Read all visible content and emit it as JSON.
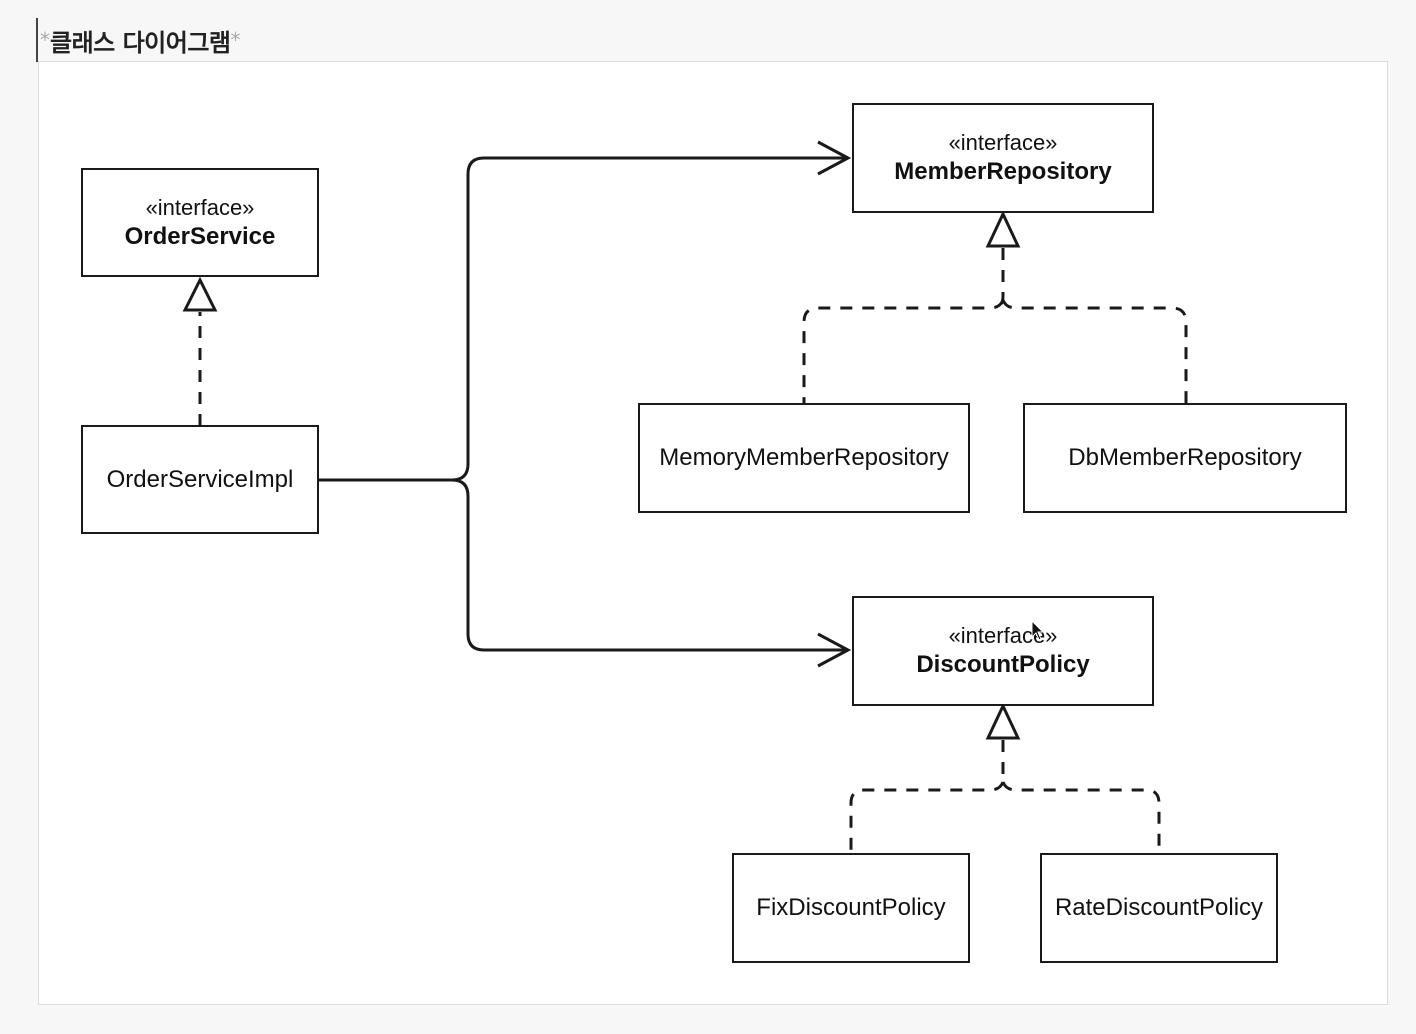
{
  "header": {
    "title_prefix": "*",
    "title": "클래스 다이어그램",
    "title_suffix": "*"
  },
  "classes": {
    "order_service": {
      "stereotype": "«interface»",
      "name": "OrderService"
    },
    "order_service_impl": {
      "name": "OrderServiceImpl"
    },
    "member_repository": {
      "stereotype": "«interface»",
      "name": "MemberRepository"
    },
    "memory_member_repository": {
      "name": "MemoryMemberRepository"
    },
    "db_member_repository": {
      "name": "DbMemberRepository"
    },
    "discount_policy": {
      "stereotype": "«interface»",
      "name": "DiscountPolicy"
    },
    "fix_discount_policy": {
      "name": "FixDiscountPolicy"
    },
    "rate_discount_policy": {
      "name": "RateDiscountPolicy"
    }
  },
  "colors": {
    "line": "#1a1a1a",
    "box_border": "#1a1a1a",
    "canvas_bg": "#ffffff",
    "page_bg": "#f7f7f7"
  }
}
